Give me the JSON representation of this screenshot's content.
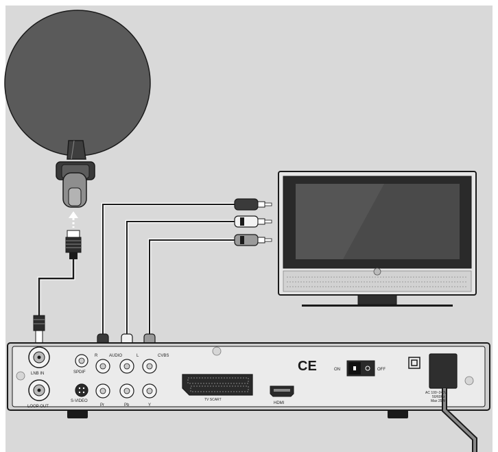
{
  "colors": {
    "background": "#d9d9d9",
    "outline": "#1a1a1a",
    "dish": "#5a5a5a",
    "cable": "#1a1a1a",
    "receiver_face": "#ebebeb",
    "port_ring": "#f4f4f4",
    "tv_screen": "#3c3c3c",
    "tv_frame": "#e6e6e6"
  },
  "icons": {
    "dish": "satellite-dish-icon",
    "lnb": "lnb-icon",
    "tv": "television-icon",
    "ce_mark": "ce-mark-icon",
    "class2": "double-insulation-icon"
  },
  "receiver": {
    "lnb_in": "LNB IN",
    "loop_out": "LOOP OUT",
    "spdif": "SPDIF",
    "svideo": "S-VIDEO",
    "audio_r": "R",
    "audio": "AUDIO",
    "audio_l": "L",
    "cvbs": "CVBS",
    "pr": "Pr",
    "pb": "Pb",
    "y": "Y",
    "tv_scart": "TV SCART",
    "hdmi": "HDMI",
    "ce": "CE",
    "switch_on": "ON",
    "switch_off": "OFF",
    "power_line1": "AC 100~240V",
    "power_line2": "50/60Hz",
    "power_line3": "Max 25W"
  }
}
